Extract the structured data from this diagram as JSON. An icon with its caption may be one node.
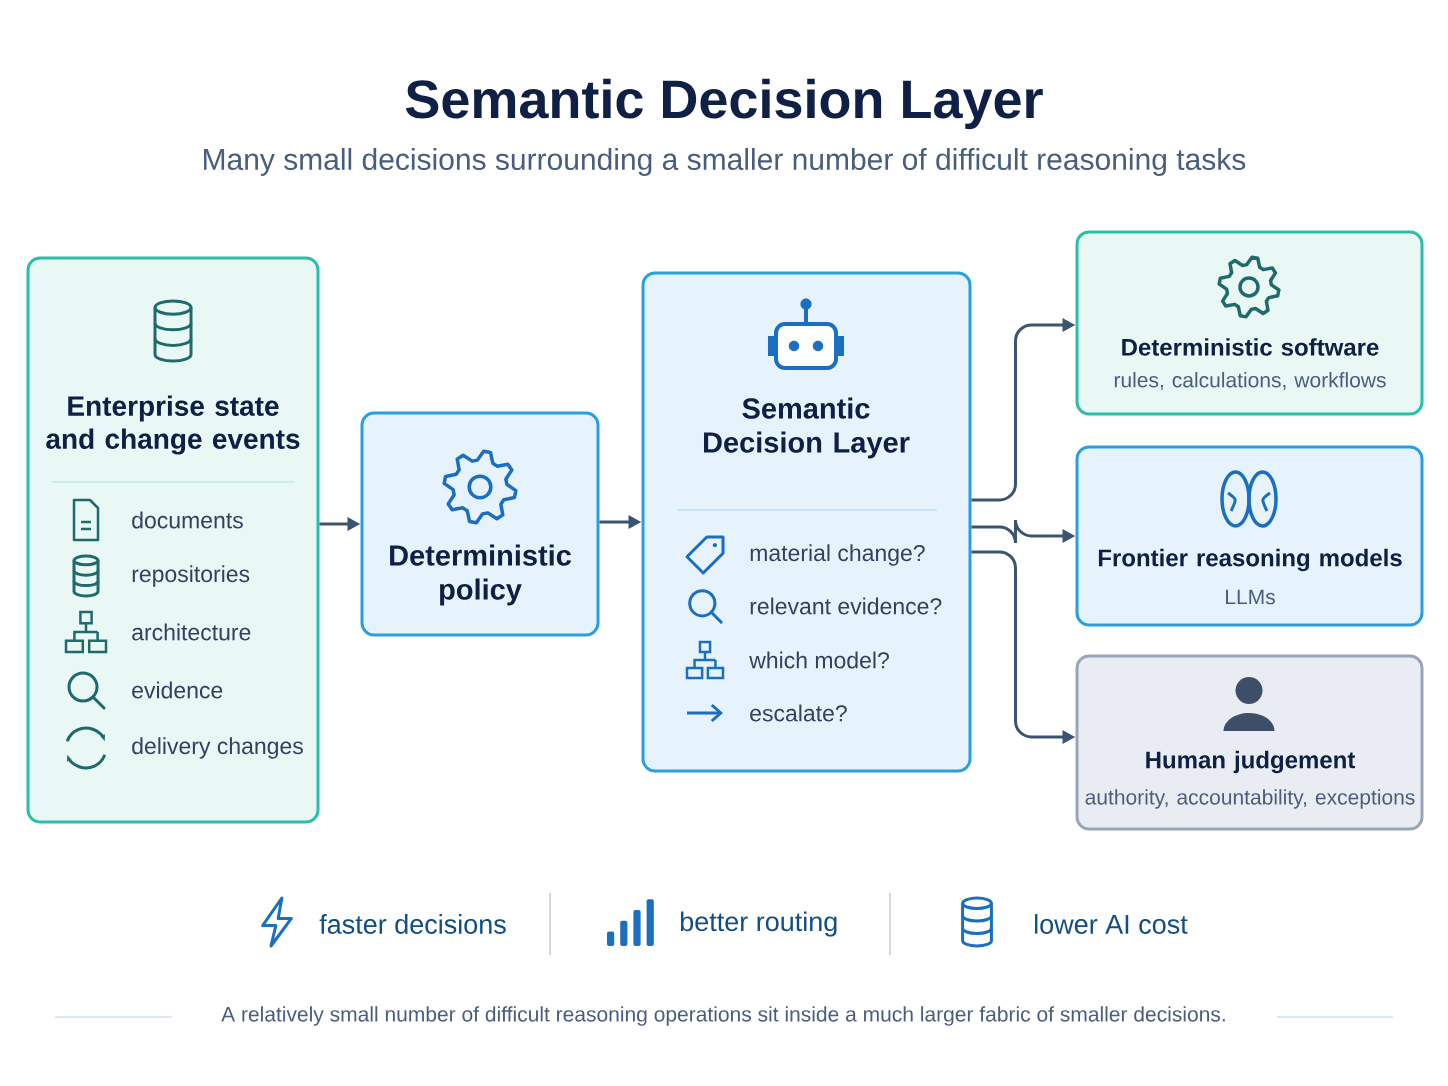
{
  "diagram": {
    "title": "Semantic Decision Layer",
    "caption": "A relatively small number of difficult reasoning operations sit inside a much larger fabric of smaller decisions.",
    "nodes": [
      {
        "text": [
          "Enterprise state and change events",
          "documents",
          "repositories",
          "architecture",
          "evidence",
          "delivery changes"
        ]
      },
      {
        "text": [
          "Deterministic policy"
        ]
      },
      {
        "text": [
          "Semantic Decision Layer",
          "material change?",
          "relevant evidence?",
          "which model?",
          "escalate?"
        ]
      },
      {
        "text": [
          "Deterministic software",
          "rules, calculations, workflows"
        ]
      },
      {
        "text": [
          "Frontier reasoning models",
          "LLMs"
        ]
      },
      {
        "text": [
          "Human judgement",
          "authority, accountability, exceptions"
        ]
      }
    ],
    "edges": [
      {
        "from": 0,
        "to": 1,
        "arrow": "to"
      },
      {
        "from": 1,
        "to": 2,
        "arrow": "to"
      },
      {
        "from": 2,
        "to": 3,
        "arrow": "to"
      },
      {
        "from": 2,
        "to": 4,
        "arrow": "to"
      },
      {
        "from": 2,
        "to": 5,
        "arrow": "to"
      }
    ],
    "labels": [
      "Many small decisions surrounding a smaller number of difficult reasoning tasks",
      "faster decisions",
      "better routing",
      "lower AI cost"
    ]
  }
}
